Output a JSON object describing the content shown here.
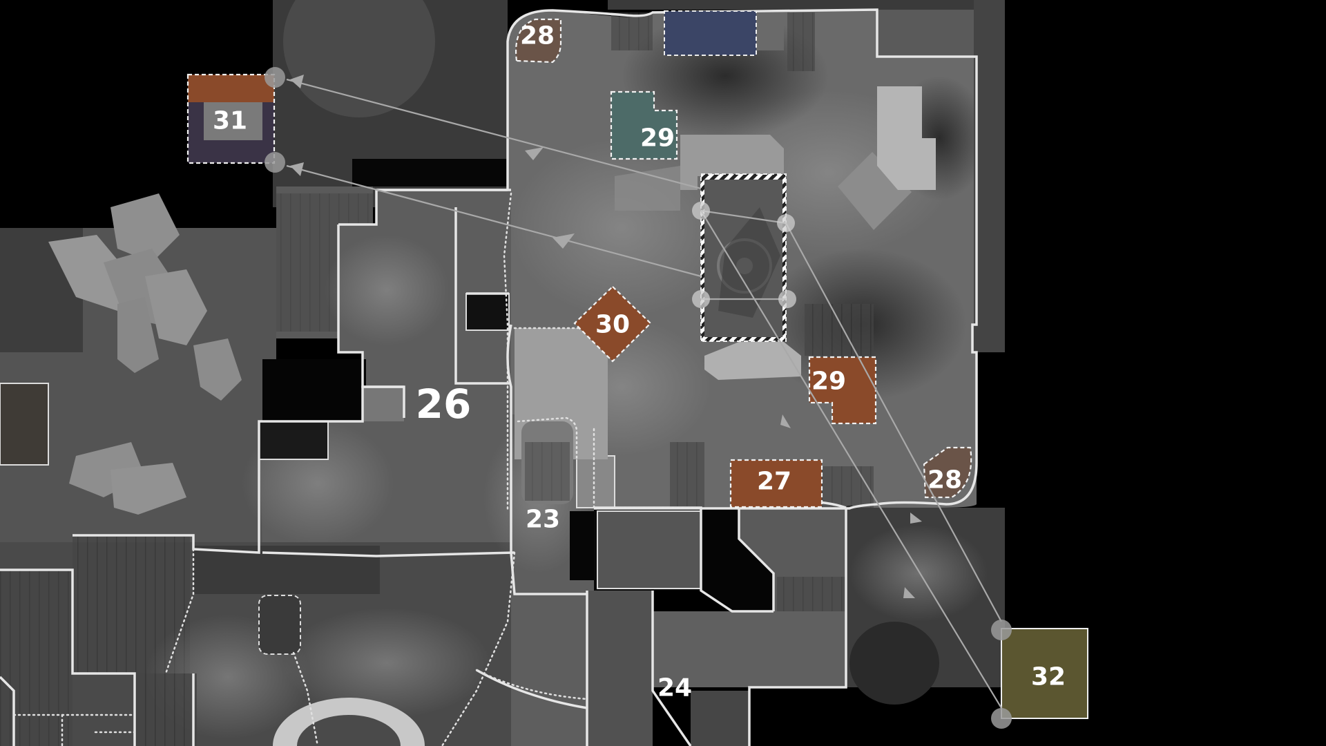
{
  "map": {
    "labels": {
      "l23": "23",
      "l24": "24",
      "l26": "26",
      "l27": "27",
      "l28a": "28",
      "l28b": "28",
      "l29a": "29",
      "l29b": "29",
      "l30": "30",
      "l31": "31",
      "l32": "32"
    },
    "colors": {
      "background": "#000000",
      "wall": "#e6e6e6",
      "crate_orange": "#8a4a2a",
      "crate_teal": "#4d6b68",
      "crate_blue": "#3b4566",
      "crate_olive": "#5b5630",
      "arrow": "#a9a9a9"
    }
  }
}
